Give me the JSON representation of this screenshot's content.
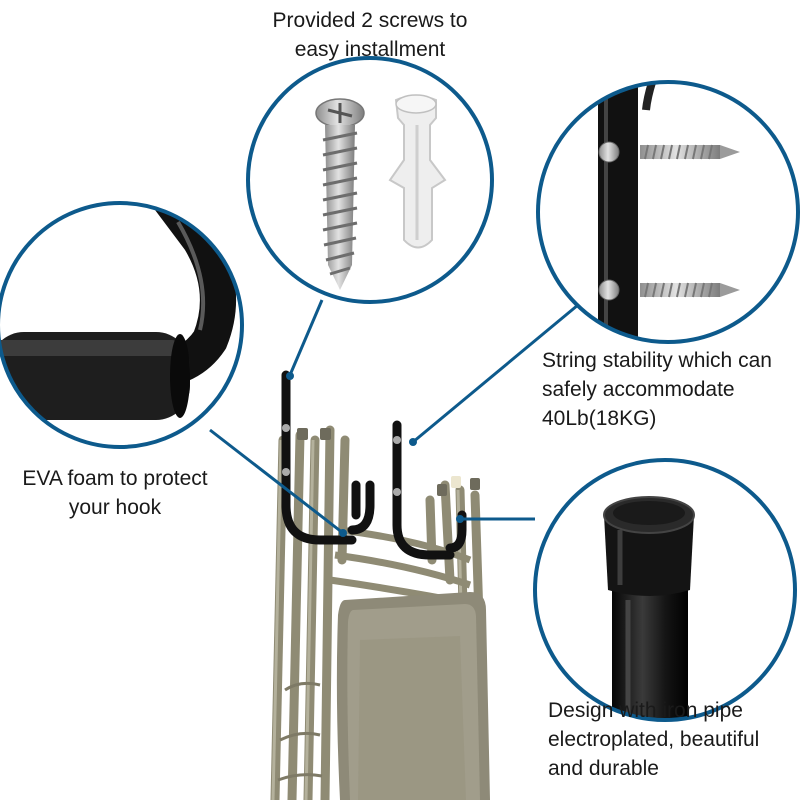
{
  "colors": {
    "ring": "#0d5a8c",
    "foam": "#1b1b1b",
    "chair": "#9a9680",
    "chair_dark": "#6e6b5c",
    "metal": "#b7b7b7"
  },
  "callouts": {
    "screws": {
      "line1": "Provided 2 screws to",
      "line2": "easy installment",
      "icon": "screw-and-anchor-icon"
    },
    "stability": {
      "line1": "String stability which can",
      "line2": "safely accommodate",
      "line3": "40Lb(18KG)",
      "icon": "wall-screws-icon"
    },
    "foam": {
      "line1": "EVA foam to protect",
      "line2": "your hook",
      "icon": "foam-hook-icon"
    },
    "pipe": {
      "line1": "Design with iron pipe",
      "line2": "electroplated, beautiful",
      "line3": "and durable",
      "icon": "pipe-cap-icon"
    }
  }
}
